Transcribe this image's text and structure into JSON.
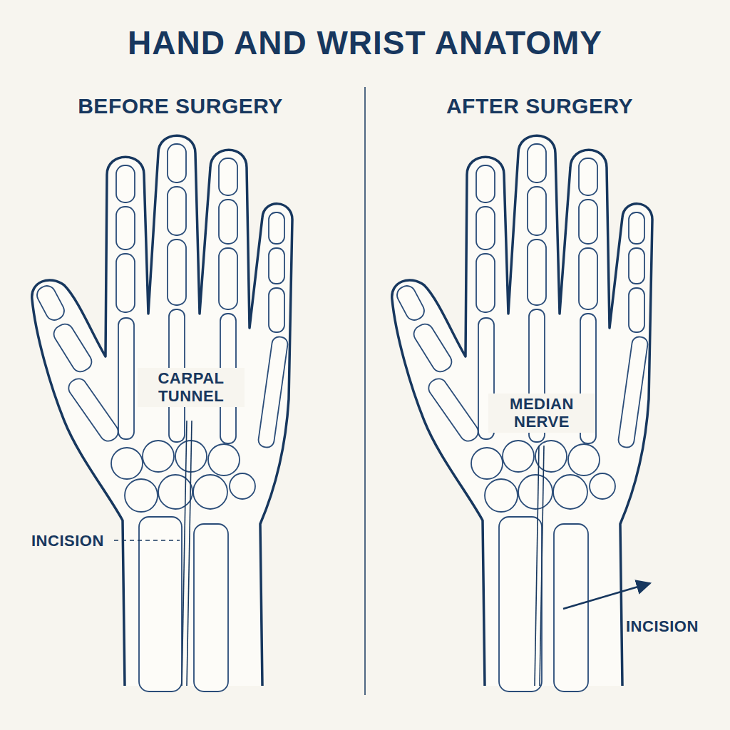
{
  "diagram": {
    "title": "HAND AND WRIST ANATOMY",
    "labels": [
      "BEFORE SURGERY",
      "AFTER SURGERY",
      "CARPAL TUNNEL",
      "INCISION",
      "MEDIAN NERVE",
      "INCISION"
    ]
  }
}
